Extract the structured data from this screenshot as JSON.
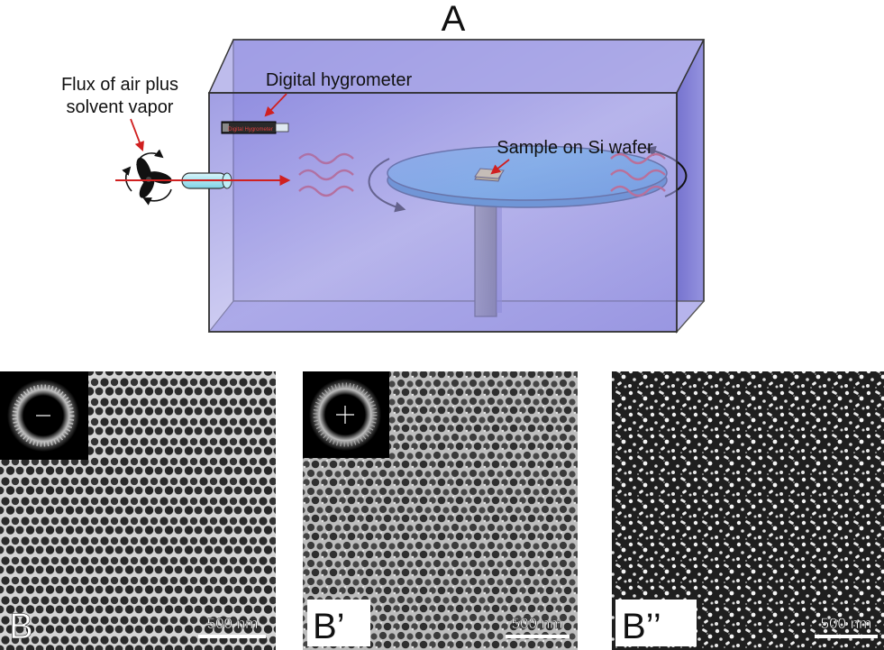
{
  "figure": {
    "panel_a_label": "A",
    "annotations": {
      "flux_line1": "Flux of air plus",
      "flux_line2": "solvent vapor",
      "hygrometer": "Digital hygrometer",
      "hygrometer_device_text": "Digital Hygrometer",
      "sample": "Sample on Si wafer"
    },
    "panels": [
      {
        "label": "B",
        "scale_bar": "500 nm"
      },
      {
        "label": "B’",
        "scale_bar": "500 nm"
      },
      {
        "label": "B’’",
        "scale_bar": "500 nm"
      }
    ]
  },
  "colors": {
    "chamber_fill": "#8f8fdc",
    "chamber_edge": "#5a5aa0",
    "platform": "#4fb6ea",
    "stand": "#8a8a8a",
    "sample_chip": "#f3e47a",
    "vapor_waves": "#e03030",
    "arrows": "#d02020"
  }
}
